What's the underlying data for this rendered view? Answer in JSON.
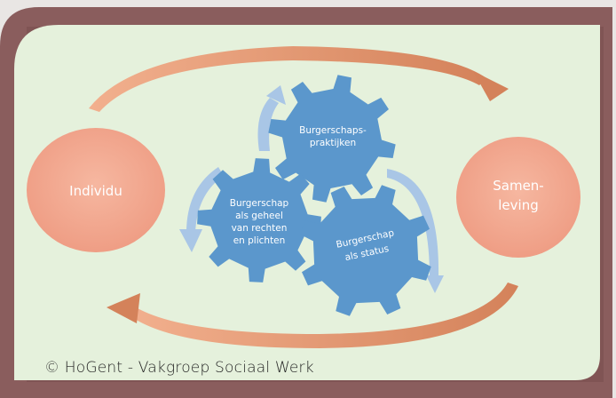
{
  "colors": {
    "frame": "#8a5d5d",
    "background": "#e5f1dc",
    "node_fill": "#f3a890",
    "gear_fill": "#5b97cc",
    "orange_arrow": "#dc8f66",
    "blue_arrow": "#a9c6e6"
  },
  "nodes": {
    "left": "Individu",
    "right_line1": "Samen-",
    "right_line2": "leving"
  },
  "gears": {
    "top": {
      "line1": "Burgerschaps-",
      "line2": "praktijken"
    },
    "left": {
      "line1": "Burgerschap",
      "line2": "als geheel",
      "line3": "van rechten",
      "line4": "en plichten"
    },
    "right": {
      "line1": "Burgerschap",
      "line2": "als status"
    }
  },
  "copyright": "© HoGent - Vakgroep Sociaal Werk"
}
